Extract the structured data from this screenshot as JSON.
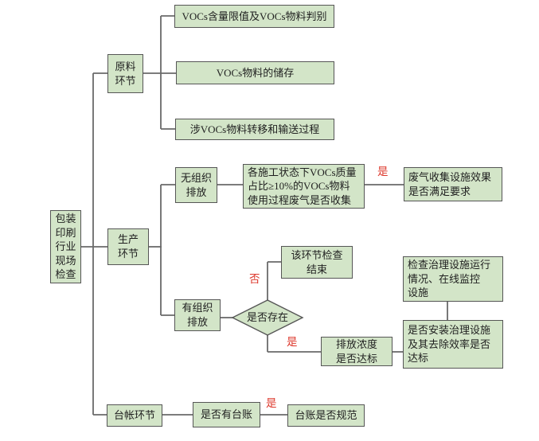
{
  "colors": {
    "background": "#ffffff",
    "node_fill": "#d3e5c8",
    "node_border": "#565656",
    "line": "#6a6a6a",
    "text": "#1f1f1f",
    "label_red": "#dd382c"
  },
  "nodes": {
    "root": "包装\n印刷\n行业\n现场\n检查",
    "stage_raw": "原料\n环节",
    "stage_prod": "生产\n环节",
    "stage_ledger": "台帐环节",
    "raw_limit": "VOCs含量限值及VOCs物料判别",
    "raw_storage": "VOCs物料的储存",
    "raw_transfer": "涉VOCs物料转移和输送过程",
    "unorganized": "无组织\n排放",
    "usage_collect": "各施工状态下VOCs质量\n占比≥10%的VOCs物料\n使用过程废气是否收集",
    "collect_effect": "废气收集设施效果\n是否满足要求",
    "organized": "有组织\n排放",
    "exist": "是否存在",
    "end_check": "该环节检查\n结束",
    "conc_check": "排放浓度\n是否达标",
    "inspect_facility": "检查治理设施运行\n情况、在线监控\n设施",
    "install_facility": "是否安装治理设施\n及其去除效率是否\n达标",
    "has_ledger": "是否有台账",
    "ledger_regular": "台账是否规范"
  },
  "edge_labels": {
    "collect_yes": "是",
    "exist_no": "否",
    "exist_yes": "是",
    "ledger_yes": "是"
  }
}
